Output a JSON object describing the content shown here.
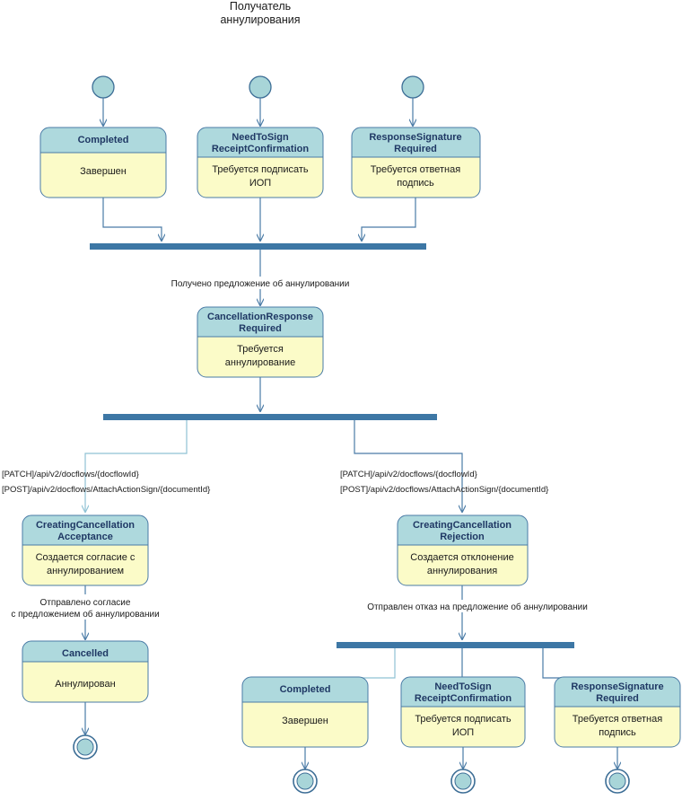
{
  "diagram": {
    "lane_title": "Получатель\nаннулирования",
    "lane_title_line1": "Получатель",
    "lane_title_line2": "аннулирования",
    "colors": {
      "node_header": "#aed9dd",
      "node_body": "#fbfbc8",
      "node_border": "#4a7ba6",
      "bar": "#3d77a5",
      "start_node": "#a8d5d8",
      "title_text": "#1f3864",
      "flow": "#4a7ba6"
    }
  },
  "nodes": {
    "top_completed": {
      "title_line1": "Completed",
      "title_line2": "",
      "desc_line1": "Завершен",
      "desc_line2": ""
    },
    "top_need_to_sign": {
      "title_line1": "NeedToSign",
      "title_line2": "ReceiptConfirmation",
      "desc_line1": "Требуется подписать",
      "desc_line2": "ИОП"
    },
    "top_response_signature": {
      "title_line1": "ResponseSignature",
      "title_line2": "Required",
      "desc_line1": "Требуется ответная",
      "desc_line2": "подпись"
    },
    "cancellation_response": {
      "title_line1": "CancellationResponse",
      "title_line2": "Required",
      "desc_line1": "Требуется",
      "desc_line2": "аннулирование"
    },
    "creating_acceptance": {
      "title_line1": "CreatingCancellation",
      "title_line2": "Acceptance",
      "desc_line1": "Создается согласие с",
      "desc_line2": "аннулированием"
    },
    "creating_rejection": {
      "title_line1": "CreatingCancellation",
      "title_line2": "Rejection",
      "desc_line1": "Создается отклонение",
      "desc_line2": "аннулирования"
    },
    "cancelled": {
      "title_line1": "Cancelled",
      "title_line2": "",
      "desc_line1": "Аннулирован",
      "desc_line2": ""
    },
    "bottom_completed": {
      "title_line1": "Completed",
      "title_line2": "",
      "desc_line1": "Завершен",
      "desc_line2": ""
    },
    "bottom_need_to_sign": {
      "title_line1": "NeedToSign",
      "title_line2": "ReceiptConfirmation",
      "desc_line1": "Требуется подписать",
      "desc_line2": "ИОП"
    },
    "bottom_response_signature": {
      "title_line1": "ResponseSignature",
      "title_line2": "Required",
      "desc_line1": "Требуется ответная",
      "desc_line2": "подпись"
    }
  },
  "edge_labels": {
    "cancellation_offer_received": "Получено предложение об аннулировании",
    "acceptance_sent_line1": "Отправлено согласие",
    "acceptance_sent_line2": "с предложением об аннулировании",
    "rejection_sent": "Отправлен отказ на предложение об аннулировании"
  },
  "api_labels": {
    "left_patch": "[PATCH]/api/v2/docflows/{docflowId}",
    "left_post": "[POST]/api/v2/docflows/AttachActionSign/{documentId}",
    "right_patch": "[PATCH]/api/v2/docflows/{docflowId}",
    "right_post": "[POST]/api/v2/docflows/AttachActionSign/{documentId}"
  }
}
